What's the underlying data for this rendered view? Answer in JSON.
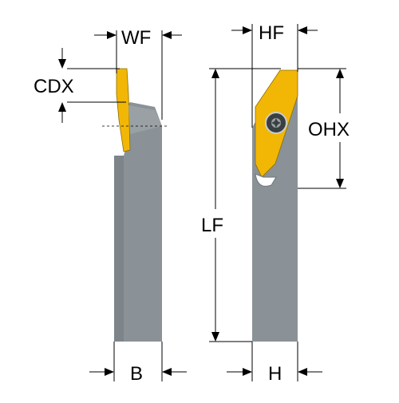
{
  "colors": {
    "background": "#ffffff",
    "shank": "#8a9297",
    "shank_dark": "#6f777c",
    "insert": "#f2b705",
    "insert_edge": "#8a6d00",
    "line": "#000000"
  },
  "labels": {
    "wf": "WF",
    "hf": "HF",
    "cdx": "CDX",
    "ohx": "OHX",
    "lf": "LF",
    "b": "B",
    "h": "H"
  },
  "icons": {
    "dimension_arrow": "triangle-arrow",
    "insert_screw": "torx-screw"
  }
}
